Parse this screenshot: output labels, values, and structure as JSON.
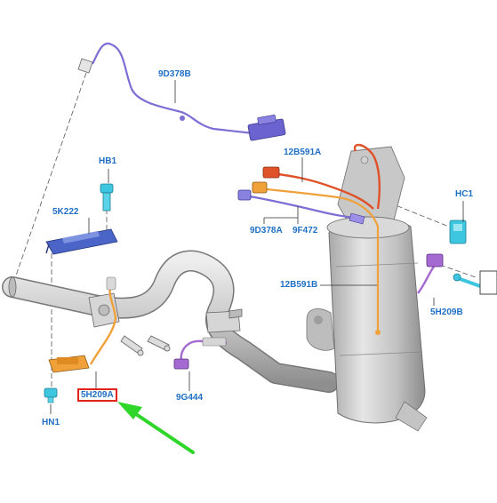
{
  "labels": {
    "l_9d378b": "9D378B",
    "l_hb1": "HB1",
    "l_12b591a": "12B591A",
    "l_hc1": "HC1",
    "l_5k222": "5K222",
    "l_9d378a": "9D378A",
    "l_9f472": "9F472",
    "l_12b591b": "12B591B",
    "l_5h209b": "5H209B",
    "l_5h209a": "5H209A",
    "l_9g444": "9G444",
    "l_hn1": "HN1"
  },
  "colors": {
    "label": "#1f6fc4",
    "highlight_box": "#e2231a",
    "arrow": "#2fd62a",
    "harness_purple": "#7b6fd6",
    "sensor_orange": "#f0a13a",
    "sensor_red": "#e0522a",
    "sensor_violet": "#a56ad1",
    "clip_cyan": "#3ec6e0",
    "bracket_blue": "#4a64c8",
    "pipe_gray": "#c9c9c9"
  }
}
